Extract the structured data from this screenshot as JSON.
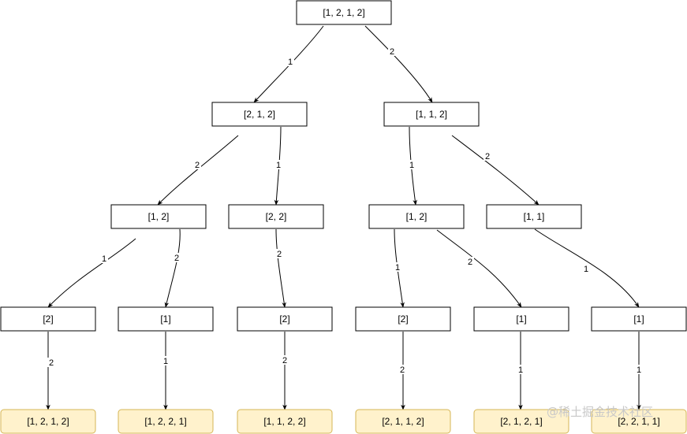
{
  "nodes": {
    "root": "[1, 2, 1, 2]",
    "a": "[2, 1, 2]",
    "b": "[1, 1, 2]",
    "c": "[1, 2]",
    "d": "[2, 2]",
    "e": "[1, 2]",
    "f": "[1, 1]",
    "g": "[2]",
    "h": "[1]",
    "i": "[2]",
    "j": "[2]",
    "k": "[1]",
    "l": "[1]",
    "r1": "[1, 2, 1, 2]",
    "r2": "[1, 2, 2, 1]",
    "r3": "[1, 1, 2, 2]",
    "r4": "[2, 1, 1, 2]",
    "r5": "[2, 1, 2, 1]",
    "r6": "[2, 2, 1, 1]"
  },
  "edges": {
    "root_a": "1",
    "root_b": "2",
    "a_c": "2",
    "a_d": "1",
    "b_e": "1",
    "b_f": "2",
    "c_g": "1",
    "c_h": "2",
    "d_i": "2",
    "e_j": "1",
    "e_k": "2",
    "f_l": "1",
    "g_r1": "2",
    "h_r2": "1",
    "i_r3": "2",
    "j_r4": "2",
    "k_r5": "1",
    "l_r6": "1"
  },
  "colors": {
    "node_fill": "#ffffff",
    "node_stroke": "#000000",
    "result_fill": "#fff2cc",
    "result_stroke": "#d6b656",
    "edge": "#000000"
  },
  "watermark": "@稀土掘金技术社区"
}
